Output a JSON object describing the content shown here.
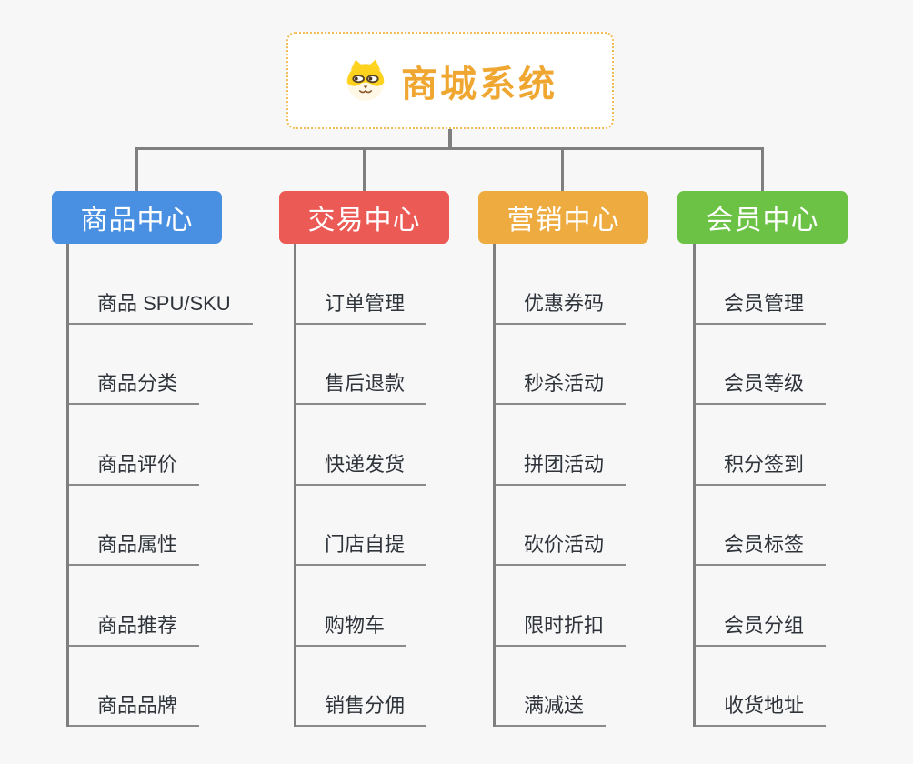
{
  "root": {
    "title": "商城系统",
    "icon": "dog-face-icon",
    "title_color": "#f0a732",
    "border_color": "#f3bb54"
  },
  "connector_color": "#7f7f7f",
  "background_color": "#f7f7f7",
  "branches": [
    {
      "label": "商品中心",
      "color": "#4a90e2",
      "children": [
        "商品 SPU/SKU",
        "商品分类",
        "商品评价",
        "商品属性",
        "商品推荐",
        "商品品牌"
      ]
    },
    {
      "label": "交易中心",
      "color": "#eb5a55",
      "children": [
        "订单管理",
        "售后退款",
        "快递发货",
        "门店自提",
        "购物车",
        "销售分佣"
      ]
    },
    {
      "label": "营销中心",
      "color": "#eeac40",
      "children": [
        "优惠券码",
        "秒杀活动",
        "拼团活动",
        "砍价活动",
        "限时折扣",
        "满减送"
      ]
    },
    {
      "label": "会员中心",
      "color": "#6cc244",
      "children": [
        "会员管理",
        "会员等级",
        "积分签到",
        "会员标签",
        "会员分组",
        "收货地址"
      ]
    }
  ]
}
